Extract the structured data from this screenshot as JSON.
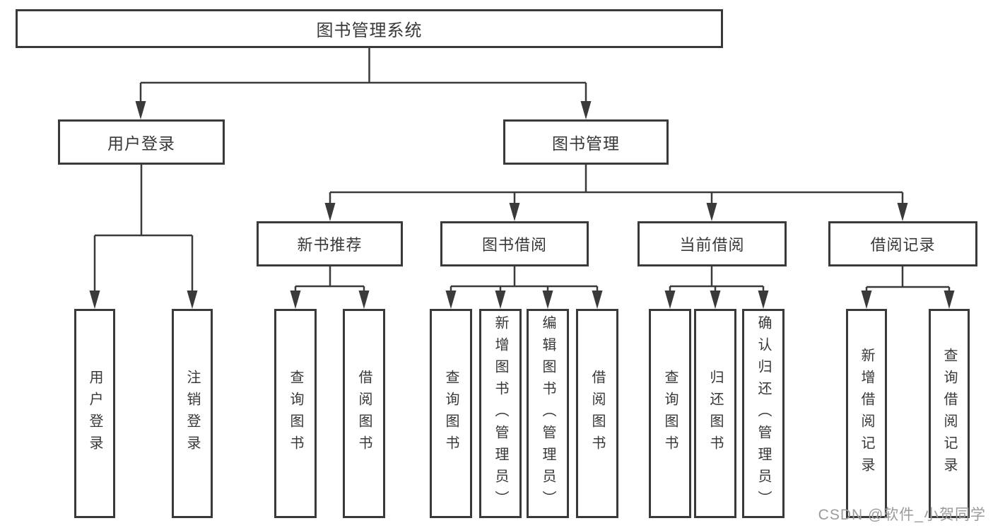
{
  "root": {
    "label": "图书管理系统"
  },
  "level2": [
    {
      "label": "用户登录"
    },
    {
      "label": "图书管理"
    }
  ],
  "level3": [
    {
      "label": "新书推荐",
      "parent": "图书管理"
    },
    {
      "label": "图书借阅",
      "parent": "图书管理"
    },
    {
      "label": "当前借阅",
      "parent": "图书管理"
    },
    {
      "label": "借阅记录",
      "parent": "图书管理"
    }
  ],
  "leaves": [
    {
      "label": "用户登录",
      "parent": "用户登录"
    },
    {
      "label": "注销登录",
      "parent": "用户登录"
    },
    {
      "label": "查询图书",
      "parent": "新书推荐"
    },
    {
      "label": "借阅图书",
      "parent": "新书推荐"
    },
    {
      "label": "查询图书",
      "parent": "图书借阅"
    },
    {
      "label": "新增图书（管理员）",
      "parent": "图书借阅"
    },
    {
      "label": "编辑图书（管理员）",
      "parent": "图书借阅"
    },
    {
      "label": "借阅图书",
      "parent": "图书借阅"
    },
    {
      "label": "查询图书",
      "parent": "当前借阅"
    },
    {
      "label": "归还图书",
      "parent": "当前借阅"
    },
    {
      "label": "确认归还（管理员）",
      "parent": "当前借阅"
    },
    {
      "label": "新增借阅记录",
      "parent": "借阅记录"
    },
    {
      "label": "查询借阅记录",
      "parent": "借阅记录"
    }
  ],
  "watermark": {
    "text": "CSDN @软件_小贺同学"
  },
  "colors": {
    "line": "#3a3a3a",
    "text": "#383838",
    "box_fill": "#ffffff",
    "watermark": "#9b9b9b",
    "background": "#ffffff"
  }
}
